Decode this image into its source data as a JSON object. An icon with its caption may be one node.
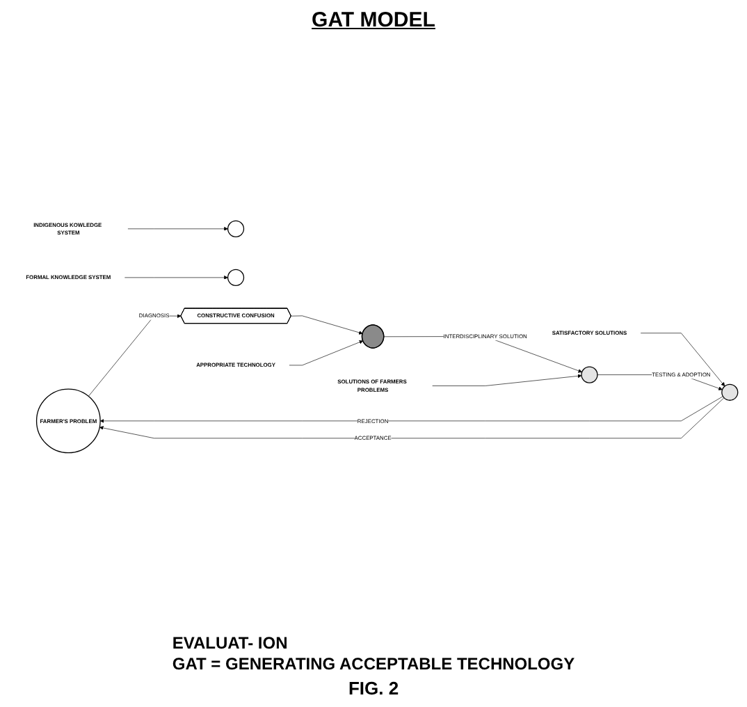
{
  "diagram": {
    "title": "GAT MODEL",
    "caption": "FIG. 2",
    "nodes": [
      {
        "text": [
          "FARMER'S PROBLEM"
        ]
      },
      {
        "text": [
          "CONSTRUCTIVE CONFUSION"
        ]
      },
      {
        "text": [],
        "shape": "circle"
      },
      {
        "text": [
          "SATISFACTORY SOLUTIONS"
        ]
      },
      {
        "text": [
          "INDIGENOUS KOWLEDGE SYSTEM"
        ]
      },
      {
        "text": [
          "FORMAL KNOWLEDGE SYSTEM"
        ]
      },
      {
        "text": [],
        "shape": "circle"
      },
      {
        "text": [],
        "shape": "lens"
      },
      {
        "text": [],
        "shape": "circle"
      },
      {
        "text": [
          "APPROPRIATE TECHNOLOGY"
        ]
      },
      {
        "text": [],
        "shape": "circle"
      },
      {
        "text": [
          "SOLUTIONS OF FARMERS PROBLEMS"
        ]
      }
    ],
    "edges": [
      {
        "from": 0,
        "to": 1,
        "arrow": "to",
        "label": "DIAGNOSIS"
      },
      {
        "from": 1,
        "to": 7,
        "arrow": "to"
      },
      {
        "from": 7,
        "to": 10,
        "arrow": "to",
        "label": "INTERDISCIPLINARY SOLUTION"
      },
      {
        "from": 10,
        "to": 2,
        "arrow": "to",
        "label": "TESTING & ADOPTION"
      },
      {
        "from": 2,
        "to": 0,
        "arrow": "to",
        "label": "REJECTION"
      },
      {
        "from": 2,
        "to": 0,
        "arrow": "to",
        "label": "ACCEPTANCE"
      },
      {
        "from": 3,
        "to": 2,
        "arrow": "to"
      },
      {
        "from": 4,
        "to": 6,
        "arrow": "to"
      },
      {
        "from": 5,
        "to": 8,
        "arrow": "to"
      },
      {
        "from": 9,
        "to": 7,
        "arrow": "to"
      },
      {
        "from": 11,
        "to": 10,
        "arrow": "to"
      }
    ],
    "labels": [
      "EVALUAT- ION",
      "GAT = GENERATING ACCEPTABLE TECHNOLOGY"
    ]
  }
}
